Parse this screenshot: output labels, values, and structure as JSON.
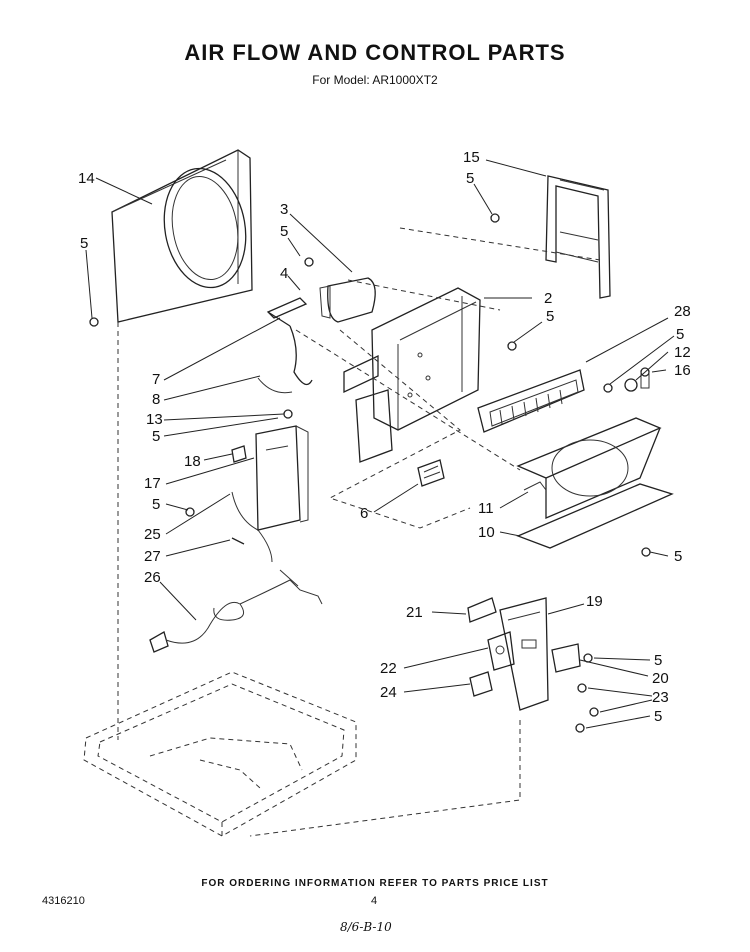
{
  "header": {
    "title": "AIR FLOW AND CONTROL PARTS",
    "subtitle": "For Model: AR1000XT2"
  },
  "footer": {
    "note": "FOR ORDERING INFORMATION REFER TO PARTS PRICE LIST",
    "code": "4316210",
    "page": "4",
    "handwritten": "8/6-B-10"
  },
  "callouts": [
    {
      "id": "c14",
      "text": "14"
    },
    {
      "id": "c5a",
      "text": "5"
    },
    {
      "id": "c3",
      "text": "3"
    },
    {
      "id": "c5b",
      "text": "5"
    },
    {
      "id": "c4",
      "text": "4"
    },
    {
      "id": "c15",
      "text": "15"
    },
    {
      "id": "c5c",
      "text": "5"
    },
    {
      "id": "c2",
      "text": "2"
    },
    {
      "id": "c5d",
      "text": "5"
    },
    {
      "id": "c28",
      "text": "28"
    },
    {
      "id": "c5e",
      "text": "5"
    },
    {
      "id": "c12",
      "text": "12"
    },
    {
      "id": "c16",
      "text": "16"
    },
    {
      "id": "c7",
      "text": "7"
    },
    {
      "id": "c8",
      "text": "8"
    },
    {
      "id": "c13",
      "text": "13"
    },
    {
      "id": "c5f",
      "text": "5"
    },
    {
      "id": "c18",
      "text": "18"
    },
    {
      "id": "c17",
      "text": "17"
    },
    {
      "id": "c5g",
      "text": "5"
    },
    {
      "id": "c6",
      "text": "6"
    },
    {
      "id": "c11",
      "text": "11"
    },
    {
      "id": "c25",
      "text": "25"
    },
    {
      "id": "c10",
      "text": "10"
    },
    {
      "id": "c5h",
      "text": "5"
    },
    {
      "id": "c27",
      "text": "27"
    },
    {
      "id": "c26",
      "text": "26"
    },
    {
      "id": "c21",
      "text": "21"
    },
    {
      "id": "c19",
      "text": "19"
    },
    {
      "id": "c5i",
      "text": "5"
    },
    {
      "id": "c22",
      "text": "22"
    },
    {
      "id": "c20",
      "text": "20"
    },
    {
      "id": "c24",
      "text": "24"
    },
    {
      "id": "c23",
      "text": "23"
    },
    {
      "id": "c5j",
      "text": "5"
    }
  ]
}
